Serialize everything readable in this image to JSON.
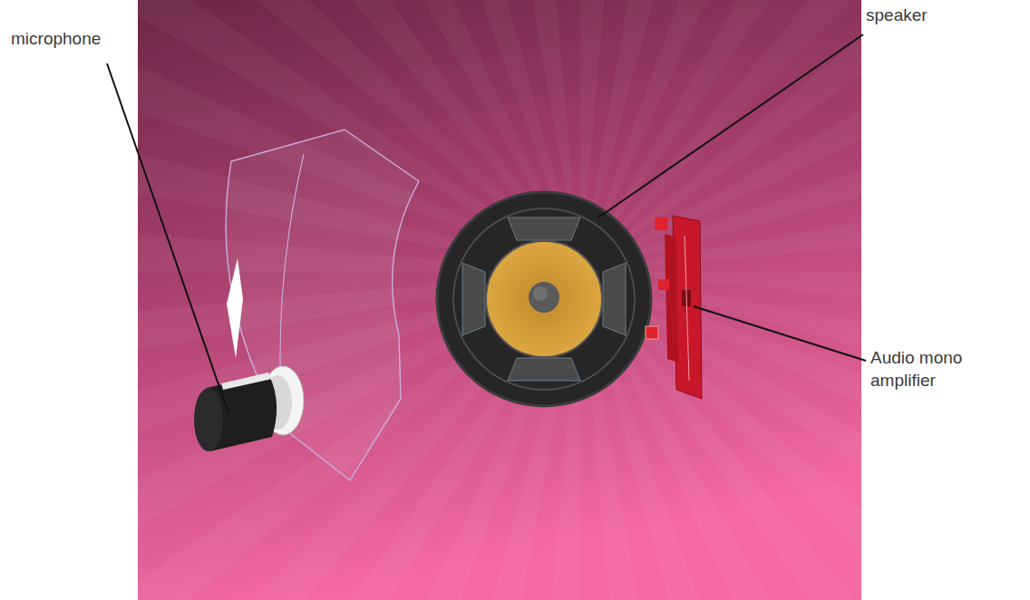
{
  "diagram": {
    "labels": [
      "microphone",
      "speaker",
      "Audio mono amplifier"
    ]
  }
}
